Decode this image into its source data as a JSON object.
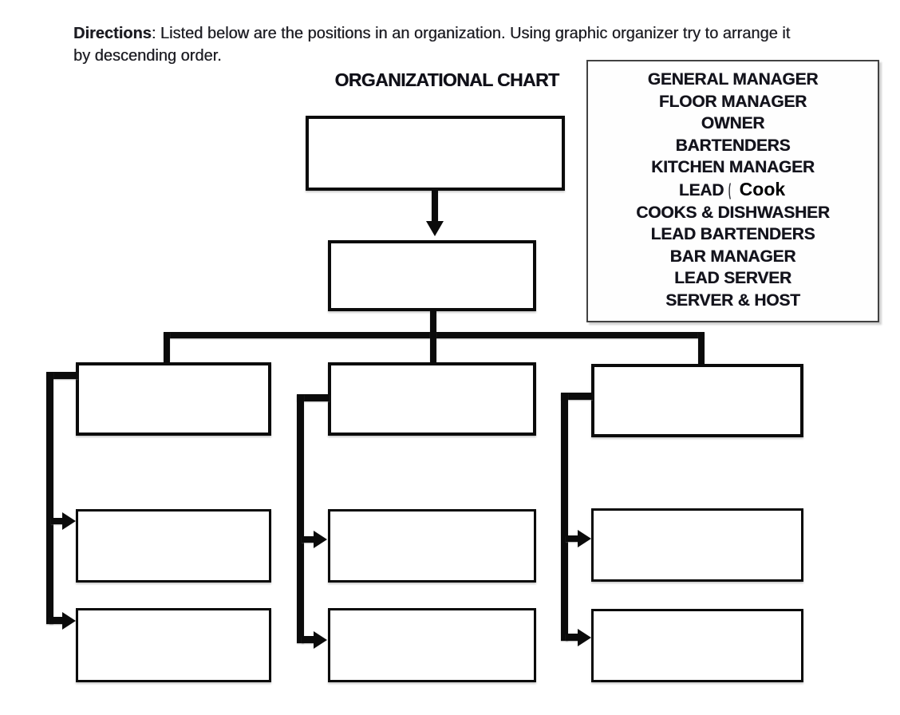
{
  "page": {
    "directions_label": "Directions",
    "directions_rest": ": Listed below are the positions in an organization. Using graphic organizer try to arrange it by descending order."
  },
  "org_chart": {
    "title": "ORGANIZATIONAL CHART",
    "box_values": {
      "level1": "",
      "level2": "",
      "left_column": [
        "",
        "",
        ""
      ],
      "center_column": [
        "",
        "",
        ""
      ],
      "right_column": [
        "",
        "",
        ""
      ]
    }
  },
  "positions_list": {
    "items_before": [
      "GENERAL MANAGER",
      "FLOOR MANAGER",
      "OWNER",
      "BARTENDERS",
      "KITCHEN MANAGER"
    ],
    "lead_item": {
      "prefix": "LEAD",
      "remnant": "(",
      "overlay": "Cook"
    },
    "items_after": [
      "COOKS & DISHWASHER",
      "LEAD BARTENDERS",
      "BAR MANAGER",
      "LEAD SERVER",
      "SERVER & HOST"
    ]
  },
  "colors": {
    "line_color": "#0b0b0b",
    "box_border": "#0b0b0b",
    "list_border": "#424242",
    "text_color": "#13131b",
    "background": "#ffffff"
  }
}
